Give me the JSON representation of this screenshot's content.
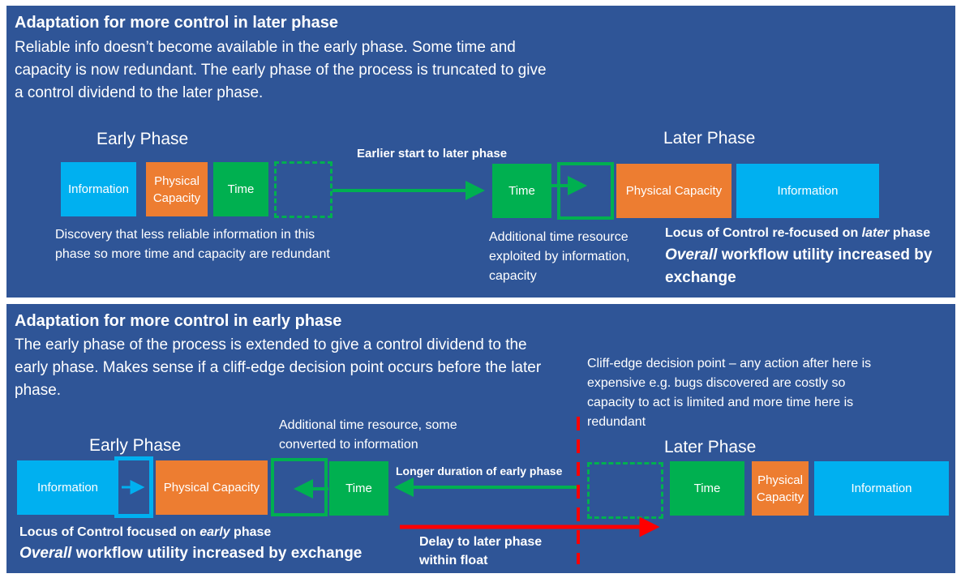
{
  "top": {
    "title": "Adaptation for more control in later phase",
    "description": "Reliable info doesn’t become available in the early phase. Some time and capacity is now redundant. The early phase of the process is truncated to give a control dividend to the later phase.",
    "early_phase_label": "Early Phase",
    "later_phase_label": "Later Phase",
    "arrow_label": "Earlier start to later phase",
    "early_boxes": {
      "information": "Information",
      "capacity": "Physical Capacity",
      "time": "Time"
    },
    "later_boxes": {
      "time": "Time",
      "capacity": "Physical Capacity",
      "information": "Information"
    },
    "discovery_note": "Discovery that less reliable information in this phase so more time and capacity are redundant",
    "resource_note": "Additional time resource exploited by information, capacity",
    "locus_prefix": "Locus of Control re-focused on ",
    "locus_emph": "later",
    "locus_suffix": " phase",
    "overall_emph": "Overall",
    "overall_rest": " workflow utility increased by exchange"
  },
  "bottom": {
    "title": "Adaptation for more control in early phase",
    "description": "The early phase of the process is extended to give a control dividend to the early phase. Makes sense if a cliff-edge decision point occurs before the later phase.",
    "cliff_note": "Cliff-edge decision point – any action after here is expensive e.g. bugs discovered are costly so capacity to act is limited and more time here is redundant",
    "resource_note": "Additional time resource, some converted to information",
    "early_phase_label": "Early Phase",
    "later_phase_label": "Later Phase",
    "arrow_label": "Longer duration of early phase",
    "early_boxes": {
      "information": "Information",
      "capacity": "Physical Capacity",
      "time": "Time"
    },
    "later_boxes": {
      "time": "Time",
      "capacity": "Physical Capacity",
      "information": "Information"
    },
    "locus_prefix": "Locus of Control focused on ",
    "locus_emph": "early",
    "locus_suffix": " phase",
    "overall_emph": "Overall",
    "overall_rest": " workflow utility increased by exchange",
    "delay_label": "Delay to later phase within float"
  },
  "colors": {
    "background": "#2f5597",
    "information": "#00b0f0",
    "capacity": "#ed7d31",
    "time": "#00b050",
    "delay_arrow": "#ff0000"
  }
}
